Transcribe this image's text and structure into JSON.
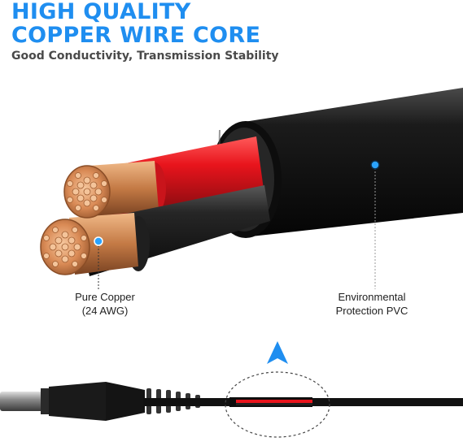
{
  "headline": {
    "line1": "HIGH QUALITY",
    "line2": "COPPER WIRE CORE"
  },
  "subtitle": "Good Conductivity, Transmission Stability",
  "callouts": {
    "copper": {
      "line1": "Pure Copper",
      "line2": "(24 AWG)"
    },
    "pvc": {
      "line1": "Environmental",
      "line2": "Protection PVC"
    }
  },
  "colors": {
    "accent": "#1f8ef0",
    "copper": "#d98a55",
    "wire_red": "#e8141c",
    "jacket": "#111111"
  },
  "icons": {
    "pointer": "up-arrow-icon",
    "marker": "callout-dot-icon"
  }
}
